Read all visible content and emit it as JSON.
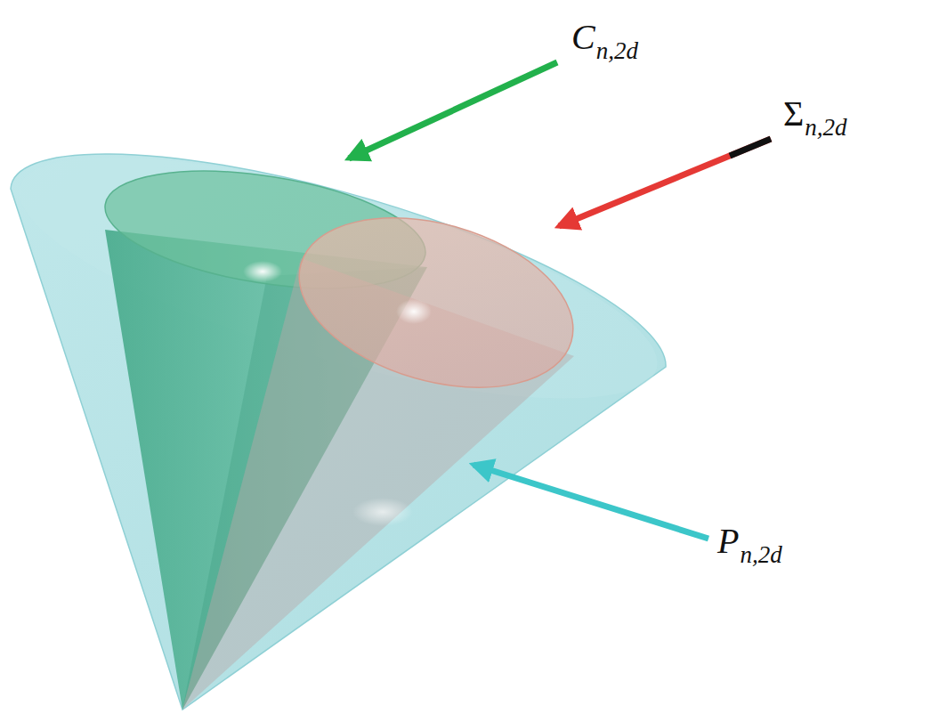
{
  "diagram": {
    "labels": [
      "C",
      "n,2d",
      "Σ",
      "n,2d",
      "P",
      "n,2d"
    ]
  }
}
